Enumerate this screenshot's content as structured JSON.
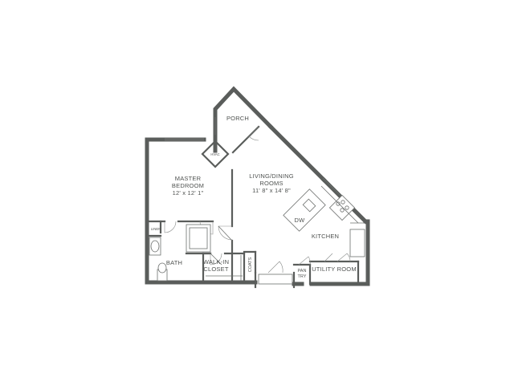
{
  "floorplan": {
    "rooms": {
      "porch": "PORCH",
      "hvac": "HVAC",
      "master_bedroom_line1": "MASTER",
      "master_bedroom_line2": "BEDROOM",
      "master_bedroom_dims": "12' x 12' 1\"",
      "living_line1": "LIVING/DINING",
      "living_line2": "ROOMS",
      "living_dims": "11' 8\" x 14' 8\"",
      "dw": "DW",
      "kitchen": "KITCHEN",
      "linen": "LINEN",
      "bath": "BATH",
      "walkin_line1": "WALK-IN",
      "walkin_line2": "CLOSET",
      "coats": "COATS",
      "pantry_line1": "PAN",
      "pantry_line2": "TRY",
      "utility": "UTILITY ROOM"
    }
  }
}
